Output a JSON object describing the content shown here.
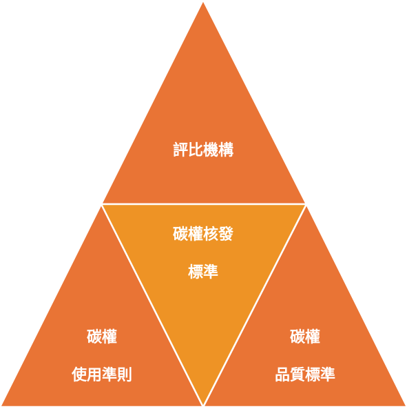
{
  "colors": {
    "outer_triangle": "#E97435",
    "center_triangle": "#EE9325",
    "divider": "#FFFFFF",
    "label_text": "#FFFFFF"
  },
  "top": {
    "label": "評比機構"
  },
  "center": {
    "line1": "碳權核發",
    "line2": "標準"
  },
  "bottom_left": {
    "line1": "碳權",
    "line2": "使用準則"
  },
  "bottom_right": {
    "line1": "碳權",
    "line2": "品質標準"
  }
}
